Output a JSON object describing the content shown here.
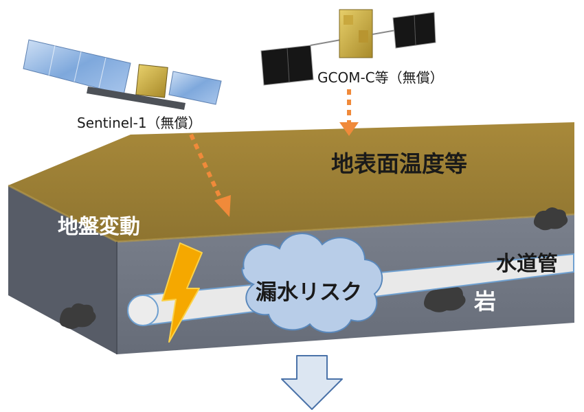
{
  "satellites": {
    "sentinel_label": "Sentinel-1（無償）",
    "gcom_label": "GCOM-C等（無償）"
  },
  "ground": {
    "surface_temp_label": "地表面温度等",
    "ground_deformation_label": "地盤変動",
    "water_pipe_label": "水道管",
    "rock_label": "岩",
    "leak_risk_label": "漏水リスク"
  },
  "colors": {
    "surface_top": "#9e8236",
    "block_front": "#6f7582",
    "block_side": "#595e69",
    "pipe": "#e8e8e8",
    "pipe_outline": "#6fa0d0",
    "cloud_fill": "#b9cee8",
    "cloud_stroke": "#5a88bb",
    "signal_arrow": "#f08a3a",
    "lightning": "#f5a800",
    "down_arrow_fill": "#dce6f2",
    "down_arrow_stroke": "#4a72a8",
    "rock": "#3a3a3a"
  },
  "icons": {
    "sentinel": "satellite-icon",
    "gcom": "satellite-icon",
    "lightning": "lightning-bolt-icon",
    "rock": "rock-icon",
    "cloud": "cloud-icon",
    "down_arrow": "down-arrow-icon"
  }
}
